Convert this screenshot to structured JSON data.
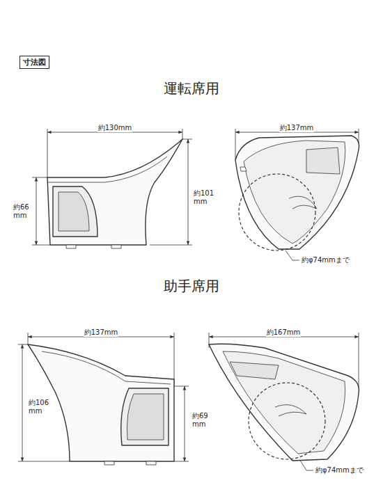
{
  "diagram": {
    "nodes": [
      {
        "text": [
          "寸法図"
        ]
      }
    ],
    "labels": [
      "運転席用",
      "約130mm",
      "約66 mm",
      "約101 mm",
      "約137mm",
      "約φ74mmまで",
      "助手席用",
      "約137mm",
      "約106 mm",
      "約69 mm",
      "約167mm",
      "約φ74mmまで"
    ]
  }
}
